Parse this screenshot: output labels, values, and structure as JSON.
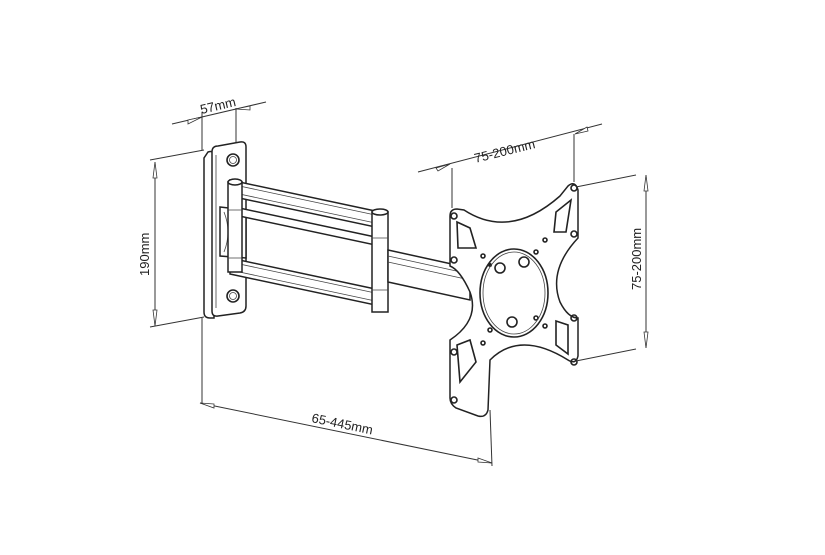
{
  "diagram": {
    "type": "technical-drawing",
    "subject": "full-motion TV wall mount bracket",
    "colors": {
      "background": "#ffffff",
      "line": "#222222",
      "text": "#222222"
    },
    "dimensions": {
      "wall_plate_depth": {
        "label": "57mm"
      },
      "wall_plate_height": {
        "label": "190mm"
      },
      "vesa_horizontal": {
        "label": "75-200mm"
      },
      "vesa_vertical": {
        "label": "75-200mm"
      },
      "extension": {
        "label": "65-445mm"
      }
    },
    "parts": [
      {
        "id": "wall-plate",
        "label": ""
      },
      {
        "id": "double-arm",
        "label": ""
      },
      {
        "id": "single-arm",
        "label": ""
      },
      {
        "id": "vesa-plate",
        "label": ""
      }
    ]
  }
}
